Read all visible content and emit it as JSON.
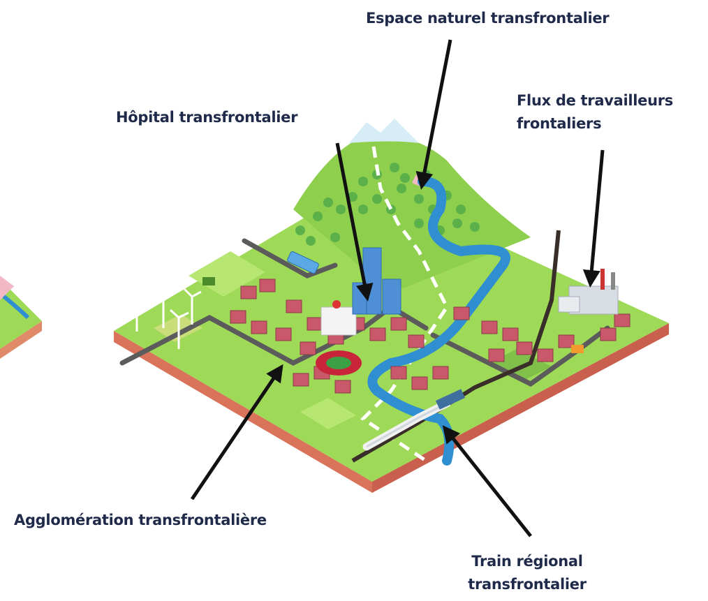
{
  "labels": {
    "espace": "Espace naturel transfrontalier",
    "hopital": "Hôpital transfrontalier",
    "flux_line1": "Flux de travailleurs",
    "flux_line2": "frontaliers",
    "agglomeration": "Agglomération transfrontalière",
    "train_line1": "Train régional",
    "train_line2": "transfrontalier"
  },
  "colors": {
    "text": "#1f2a4a",
    "grass": "#9ed957",
    "grass_light": "#b8e673",
    "mountain": "#8fcf4e",
    "forest": "#5bb04a",
    "snow": "#d6ecf7",
    "river": "#2f8fd0",
    "road": "#5b5b5b",
    "rail": "#3a2e2a",
    "building": "#c8586a",
    "building_roof": "#8a3a4a",
    "tower": "#4f8fd6",
    "slab_edge": "#e08a6a",
    "arrow": "#111111"
  }
}
